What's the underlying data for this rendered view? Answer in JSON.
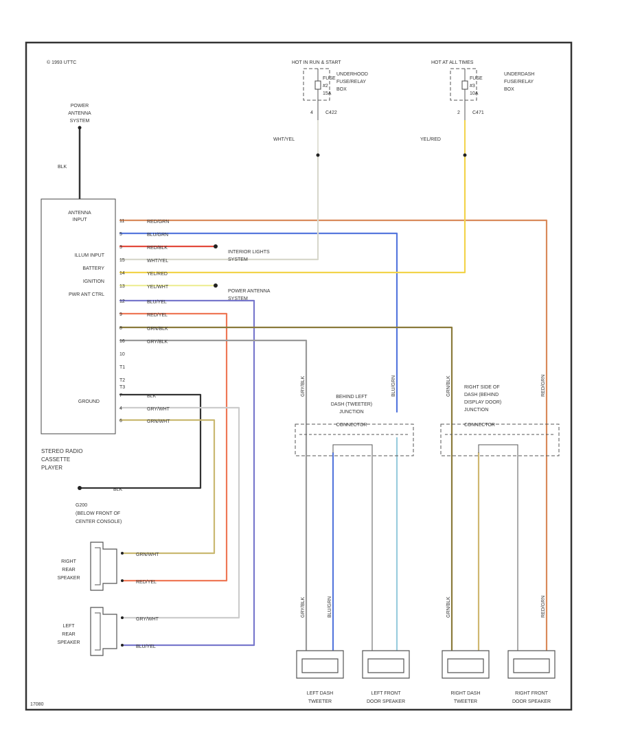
{
  "copyright": "© 1993 UTTC",
  "footer_code": "17080",
  "components": {
    "power_antenna_top": [
      "POWER",
      "ANTENNA",
      "SYSTEM"
    ],
    "head_unit": {
      "left_labels": [
        "ANTENNA",
        "INPUT",
        "ILLUM INPUT",
        "BATTERY",
        "IGNITION",
        "PWR ANT CTRL",
        "GROUND"
      ],
      "name": [
        "STEREO RADIO",
        "CASSETTE",
        "PLAYER"
      ],
      "pins": [
        "11",
        "5",
        "3",
        "15",
        "14",
        "13",
        "12",
        "9",
        "8",
        "16",
        "10",
        "T1",
        "T2",
        "T3",
        "7",
        "4",
        "6"
      ]
    },
    "fuse_left": {
      "title": "HOT IN RUN & START",
      "fuse": [
        "FUSE",
        "#2",
        "15A"
      ],
      "box": [
        "UNDERHOOD",
        "FUSE/RELAY",
        "BOX"
      ],
      "pin": "4",
      "connector": "C422"
    },
    "fuse_right": {
      "title": "HOT AT ALL TIMES",
      "fuse": [
        "FUSE",
        "#3",
        "10A"
      ],
      "box": [
        "UNDERDASH",
        "FUSE/RELAY",
        "BOX"
      ],
      "pin": "2",
      "connector": "C471"
    },
    "junction_left": [
      "BEHIND LEFT",
      "DASH (TWEETER)",
      "JUNCTION",
      "CONNECTOR"
    ],
    "junction_right": [
      "RIGHT SIDE OF",
      "DASH (BEHIND",
      "DISPLAY DOOR)",
      "JUNCTION",
      "CONNECTOR"
    ],
    "interior_lights": [
      "INTERIOR LIGHTS",
      "SYSTEM"
    ],
    "power_antenna_mid": [
      "POWER ANTENNA",
      "SYSTEM"
    ],
    "ground": [
      "G200",
      "(BELOW FRONT OF",
      "CENTER CONSOLE)"
    ],
    "right_rear": [
      "RIGHT",
      "REAR",
      "SPEAKER"
    ],
    "left_rear": [
      "LEFT",
      "REAR",
      "SPEAKER"
    ],
    "bottom_speakers": [
      [
        "LEFT DASH",
        "TWEETER"
      ],
      [
        "LEFT FRONT",
        "DOOR SPEAKER"
      ],
      [
        "RIGHT DASH",
        "TWEETER"
      ],
      [
        "RIGHT FRONT",
        "DOOR SPEAKER"
      ]
    ]
  },
  "wires": {
    "blk": "BLK",
    "hu": [
      "RED/GRN",
      "BLU/GRN",
      "RED/BLK",
      "WHT/YEL",
      "YEL/RED",
      "YEL/WHT",
      "BLU/YEL",
      "RED/YEL",
      "GRN/BLK",
      "GRY/BLK",
      "BLK",
      "GRY/WHT",
      "GRN/WHT"
    ],
    "fuse_left": "WHT/YEL",
    "fuse_right": "YEL/RED",
    "ground": "BLK",
    "rear_right": [
      "GRN/WHT",
      "RED/YEL"
    ],
    "rear_left": [
      "GRY/WHT",
      "BLU/YEL"
    ],
    "vertical": [
      "GRY/BLK",
      "BLU/GRN",
      "GRN/BLK",
      "RED/GRN"
    ]
  },
  "colors": {
    "red_grn": "#d98a5a",
    "blu_grn": "#5577dd",
    "red_blk": "#e24a3c",
    "wht_yel": "#d8d8cc",
    "yel_red": "#f2d34a",
    "yel_wht": "#eeee99",
    "blu_yel": "#7777cc",
    "red_yel": "#ee7755",
    "grn_blk": "#8a7a3a",
    "gry_blk": "#999999",
    "blk": "#333333",
    "gry_wht": "#cccccc",
    "grn_wht": "#c9b870",
    "grn_wht_tw": "#cfb770",
    "blu_grn_lt": "#99ccdd"
  }
}
